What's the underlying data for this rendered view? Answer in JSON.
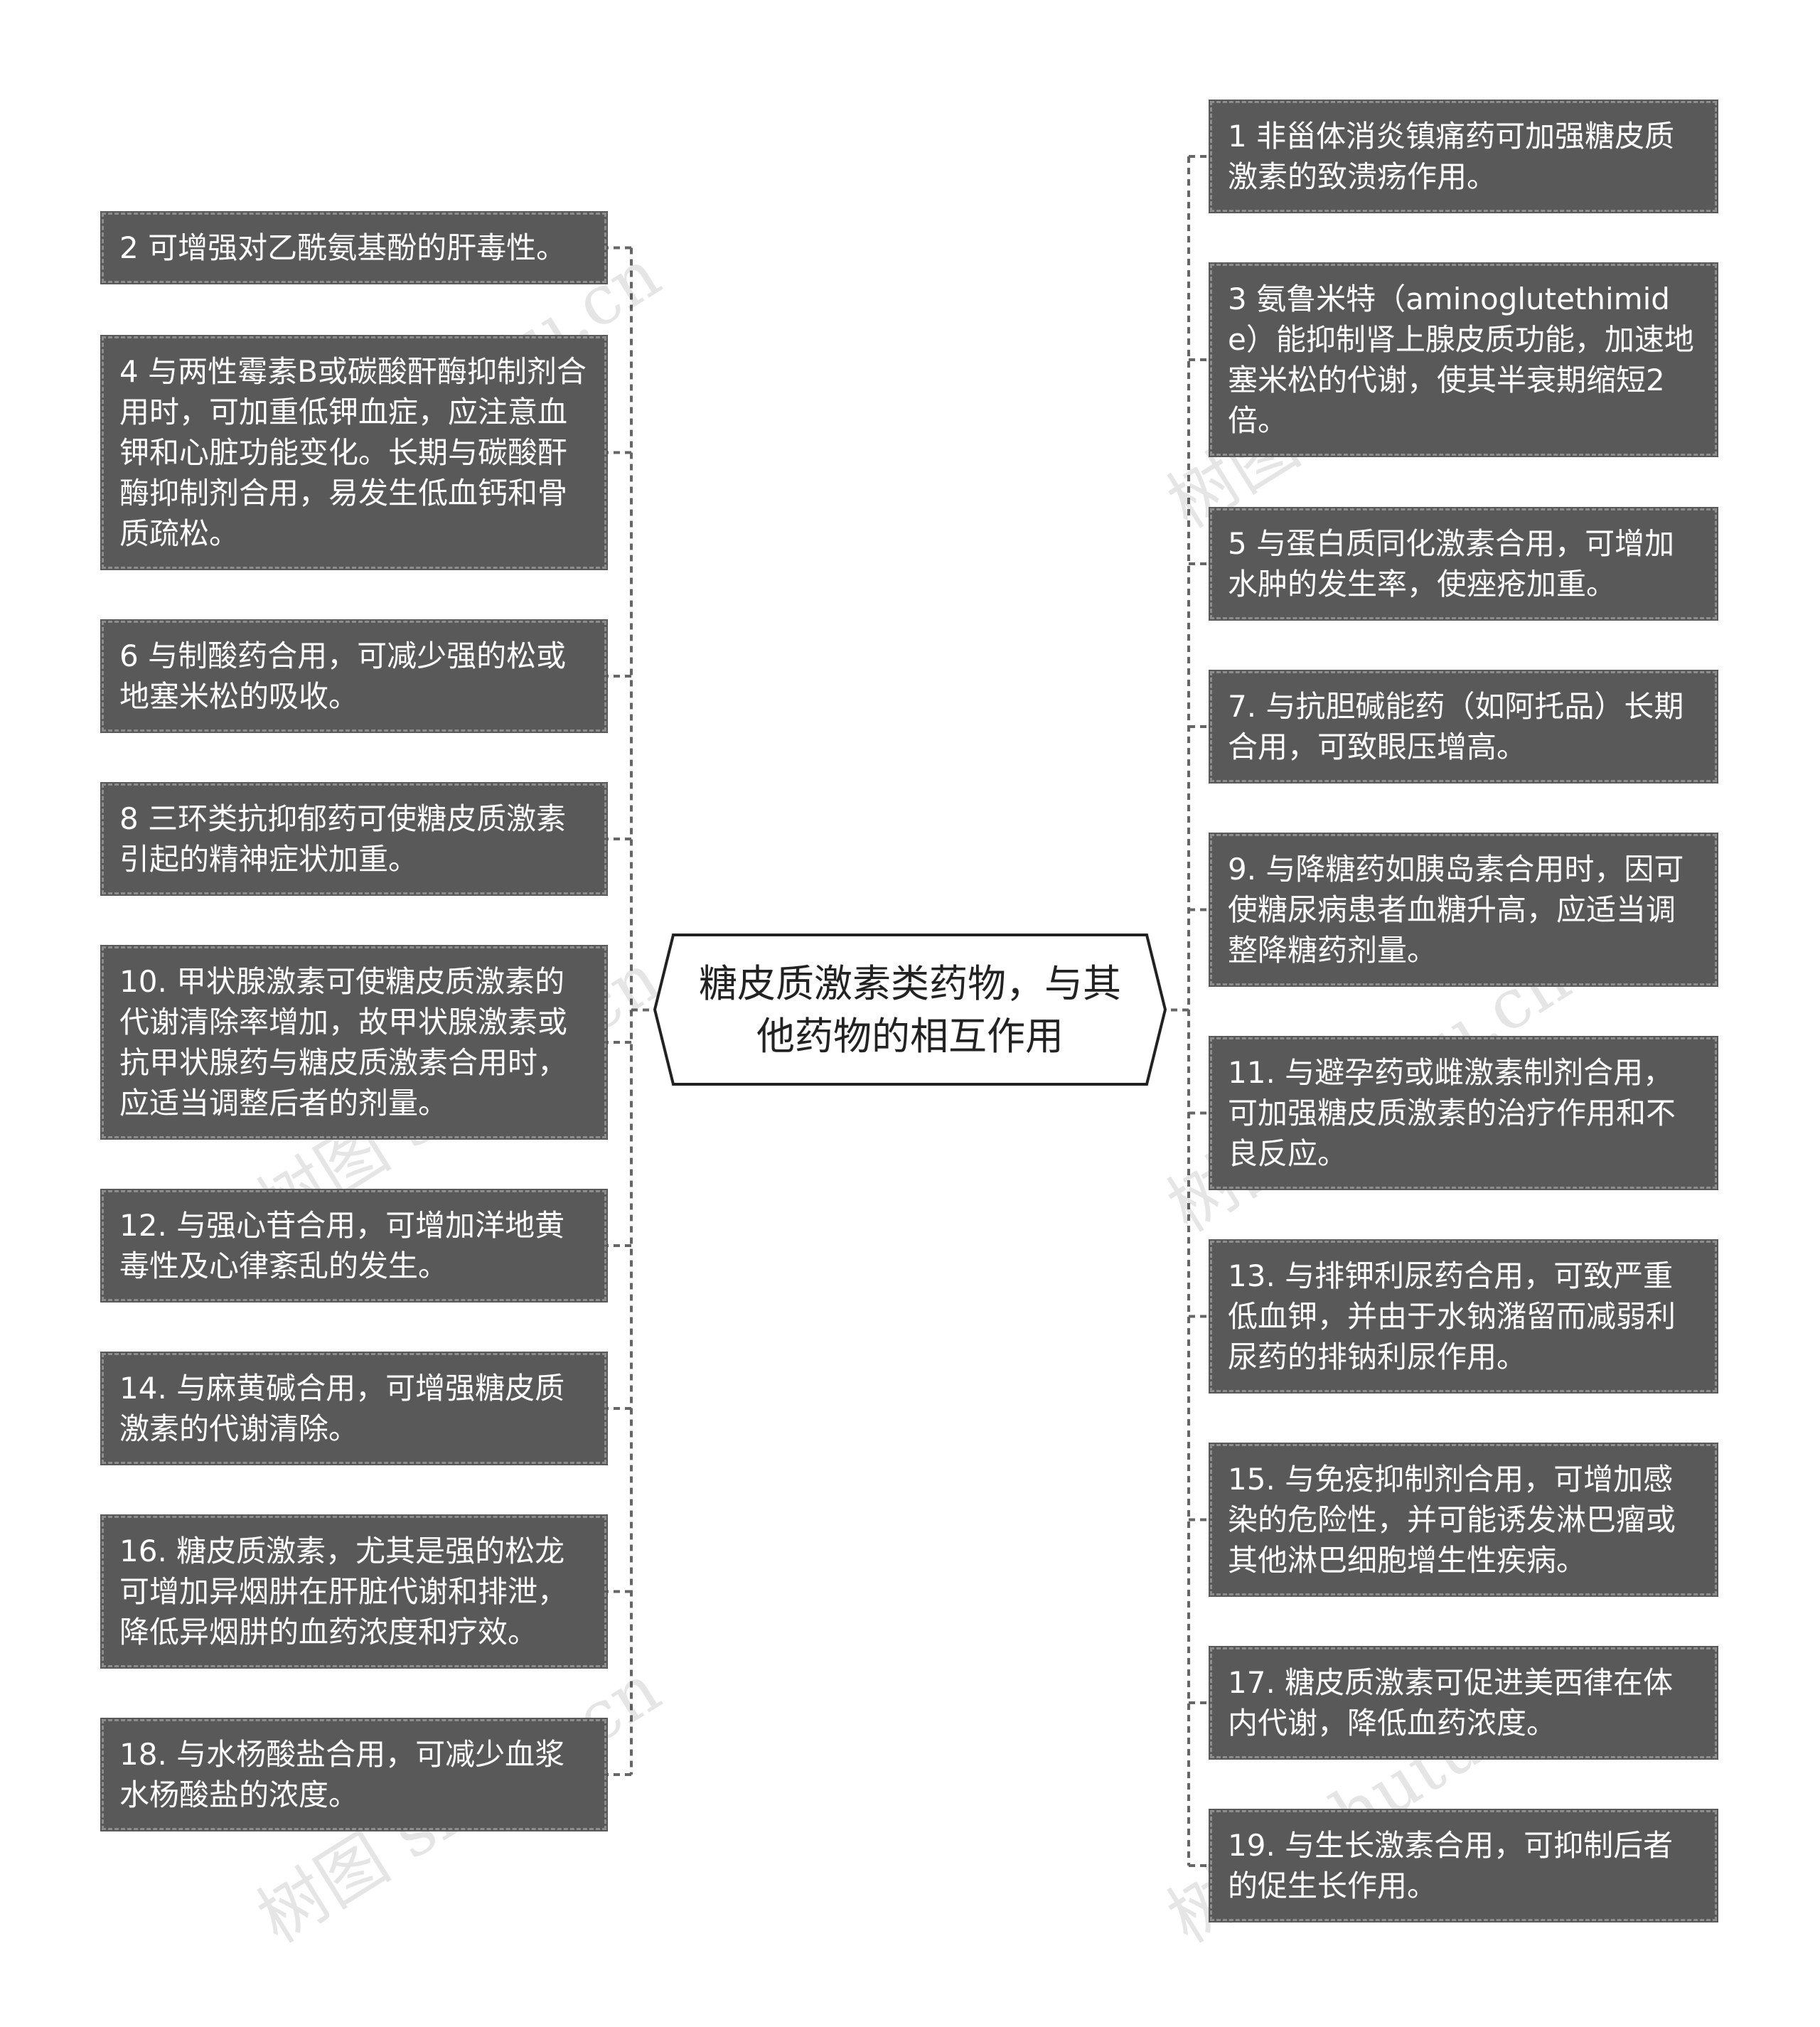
{
  "center": {
    "title": "糖皮质激素类药物，与其他药物的相互作用"
  },
  "left_nodes": [
    {
      "text": "2  可增强对乙酰氨基酚的肝毒性。"
    },
    {
      "text": "4  与两性霉素B或碳酸酐酶抑制剂合用时，可加重低钾血症，应注意血钾和心脏功能变化。长期与碳酸酐酶抑制剂合用，易发生低血钙和骨质疏松。"
    },
    {
      "text": "6  与制酸药合用，可减少强的松或地塞米松的吸收。"
    },
    {
      "text": "8  三环类抗抑郁药可使糖皮质激素引起的精神症状加重。"
    },
    {
      "text": "10. 甲状腺激素可使糖皮质激素的代谢清除率增加，故甲状腺激素或抗甲状腺药与糖皮质激素合用时，应适当调整后者的剂量。"
    },
    {
      "text": "12. 与强心苷合用，可增加洋地黄毒性及心律紊乱的发生。"
    },
    {
      "text": "14. 与麻黄碱合用，可增强糖皮质激素的代谢清除。"
    },
    {
      "text": "16. 糖皮质激素，尤其是强的松龙可增加异烟肼在肝脏代谢和排泄，降低异烟肼的血药浓度和疗效。"
    },
    {
      "text": "18. 与水杨酸盐合用，可减少血浆水杨酸盐的浓度。"
    }
  ],
  "right_nodes": [
    {
      "text": "1  非甾体消炎镇痛药可加强糖皮质激素的致溃疡作用。"
    },
    {
      "text": "3  氨鲁米特（aminoglutethimide）能抑制肾上腺皮质功能，加速地塞米松的代谢，使其半衰期缩短2倍。"
    },
    {
      "text": "5  与蛋白质同化激素合用，可增加水肿的发生率，使痤疮加重。"
    },
    {
      "text": "7.  与抗胆碱能药（如阿托品）长期合用，可致眼压增高。"
    },
    {
      "text": "9.  与降糖药如胰岛素合用时，因可使糖尿病患者血糖升高，应适当调整降糖药剂量。"
    },
    {
      "text": "11. 与避孕药或雌激素制剂合用，可加强糖皮质激素的治疗作用和不良反应。"
    },
    {
      "text": "13. 与排钾利尿药合用，可致严重低血钾，并由于水钠潴留而减弱利尿药的排钠利尿作用。"
    },
    {
      "text": "15. 与免疫抑制剂合用，可增加感染的危险性，并可能诱发淋巴瘤或其他淋巴细胞增生性疾病。"
    },
    {
      "text": "17. 糖皮质激素可促进美西律在体内代谢，降低血药浓度。"
    },
    {
      "text": "19. 与生长激素合用，可抑制后者的促生长作用。"
    }
  ],
  "watermarks": [
    "树图 shutu.cn",
    "树图 shutu.cn",
    "树图 shutu.cn",
    "树图 shutu.cn",
    "树图 shutu.cn",
    "树图 shutu.cn"
  ],
  "colors": {
    "node_bg": "#595959",
    "node_border": "#8c8c8c",
    "connector": "#666666",
    "center_border": "#222222"
  }
}
